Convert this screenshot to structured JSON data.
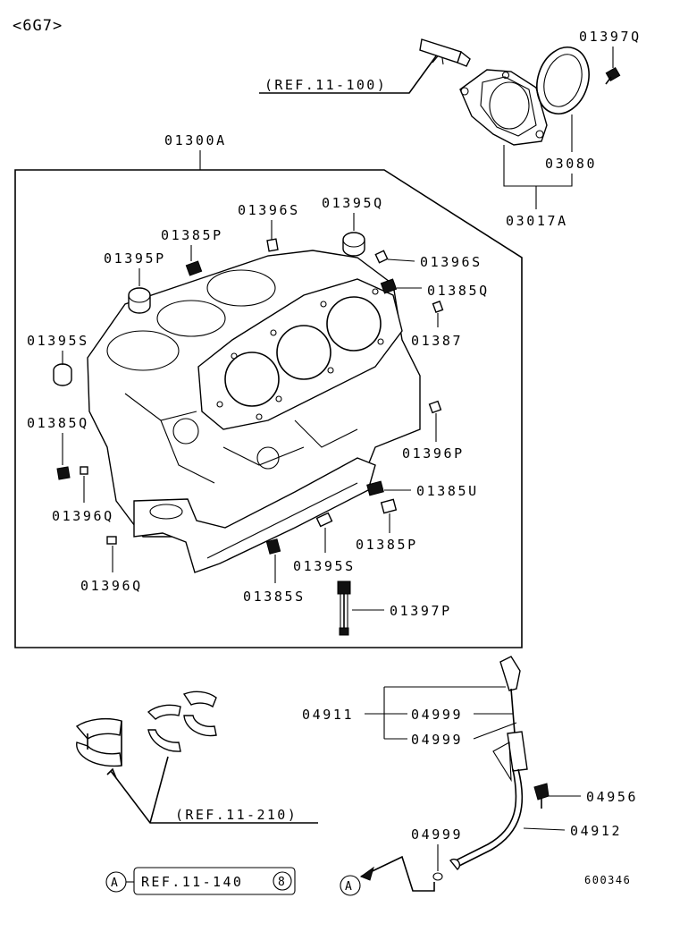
{
  "engine": "<6G7>",
  "refs": {
    "top": "(REF.11-100)",
    "bearings": "(REF.11-210)",
    "boxed": "REF.11-140",
    "boxed_circle": "8",
    "circle_a": "A"
  },
  "labels": {
    "p01397Q_top": "01397Q",
    "p03080": "03080",
    "p03017A": "03017A",
    "p01300A": "01300A",
    "p01396S_a": "01396S",
    "p01395Q": "01395Q",
    "p01385P_a": "01385P",
    "p01395P": "01395P",
    "p01396S_b": "01396S",
    "p01385Q_a": "01385Q",
    "p01387": "01387",
    "p01395S_a": "01395S",
    "p01385Q_b": "01385Q",
    "p01396P": "01396P",
    "p01396Q_a": "01396Q",
    "p01385U": "01385U",
    "p01385P_b": "01385P",
    "p01396Q_b": "01396Q",
    "p01395S_b": "01395S",
    "p01385S": "01385S",
    "p01397P": "01397P",
    "p04911": "04911",
    "p04999_a": "04999",
    "p04999_b": "04999",
    "p04956": "04956",
    "p04912": "04912",
    "p04999_c": "04999",
    "figure_id": "600346"
  }
}
